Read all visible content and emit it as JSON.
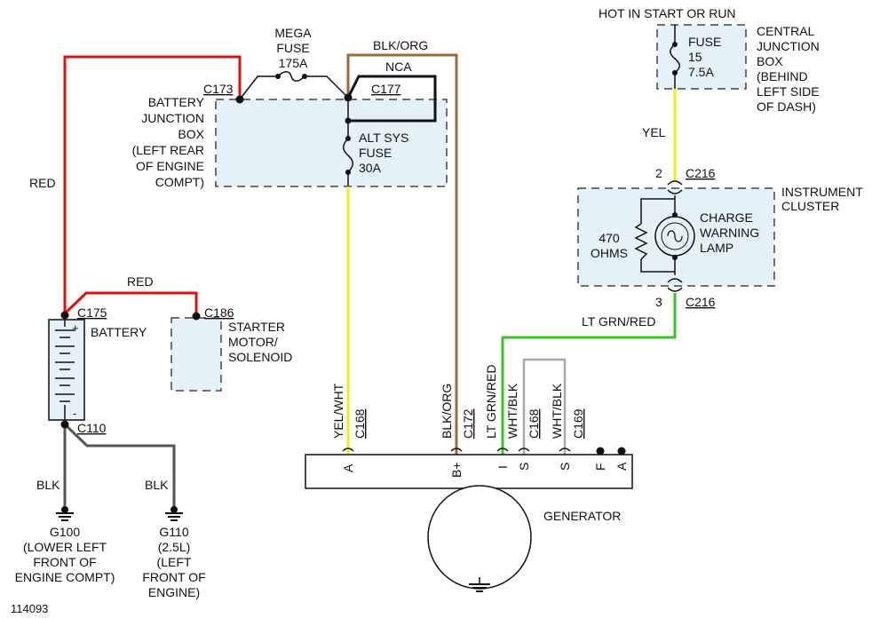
{
  "figure_id": "114093",
  "colors": {
    "red": "#e01010",
    "blk_org": "#9a6a3a",
    "yellow": "#f2ee1a",
    "green": "#3cc22c",
    "blk": "#111111",
    "wht_blk": "#a8a8a8",
    "ground_gray": "#555555",
    "module_fill": "#e4f1f8"
  },
  "battery_junction_box": {
    "name": [
      "BATTERY",
      "JUNCTION",
      "BOX",
      "(LEFT REAR",
      "OF ENGINE",
      "COMPT)"
    ],
    "connector_c173": "C173",
    "connector_c177": "C177",
    "mega_fuse": [
      "MEGA",
      "FUSE",
      "175A"
    ],
    "alt_sys_fuse": [
      "ALT SYS",
      "FUSE",
      "30A"
    ],
    "nca": "NCA"
  },
  "central_junction_box": {
    "header": "HOT IN START OR RUN",
    "name": [
      "CENTRAL",
      "JUNCTION",
      "BOX",
      "(BEHIND",
      "LEFT SIDE",
      "OF DASH)"
    ],
    "fuse": [
      "FUSE",
      "15",
      "7.5A"
    ]
  },
  "instrument_cluster": {
    "name": [
      "INSTRUMENT",
      "CLUSTER"
    ],
    "resistor": [
      "470",
      "OHMS"
    ],
    "lamp": [
      "CHARGE",
      "WARNING",
      "LAMP"
    ],
    "pin_top": "2",
    "pin_bottom": "3",
    "connector_top": "C216",
    "connector_bottom": "C216"
  },
  "battery": {
    "name": "BATTERY",
    "connector_pos": "C175",
    "connector_neg": "C110",
    "plus": "+",
    "minus": "-"
  },
  "starter": {
    "name": [
      "STARTER",
      "MOTOR/",
      "SOLENOID"
    ],
    "connector": "C186"
  },
  "wires": {
    "red_top": "RED",
    "red_starter": "RED",
    "blk_org_top": "BLK/ORG",
    "yel": "YEL",
    "lt_grn_red": "LT GRN/RED",
    "blk_left": "BLK",
    "blk_right": "BLK"
  },
  "generator": {
    "name": "GENERATOR",
    "wire_labels": [
      {
        "wire": "YEL/WHT",
        "connector": "C168",
        "pin": "A"
      },
      {
        "wire": "BLK/ORG",
        "connector": "C172",
        "pin": "B+"
      },
      {
        "wire": "LT GRN/RED",
        "connector": "",
        "pin": "I"
      },
      {
        "wire": "WHT/BLK",
        "connector": "C168",
        "pin": "S"
      },
      {
        "wire": "WHT/BLK",
        "connector": "C169",
        "pin": "S"
      },
      {
        "wire": "",
        "connector": "",
        "pin": "F"
      },
      {
        "wire": "",
        "connector": "",
        "pin": "A"
      }
    ]
  },
  "grounds": {
    "g100": [
      "G100",
      "(LOWER LEFT",
      "FRONT OF",
      "ENGINE COMPT)"
    ],
    "g110": [
      "G110",
      "(2.5L)",
      "(LEFT",
      "FRONT OF",
      "ENGINE)"
    ]
  }
}
